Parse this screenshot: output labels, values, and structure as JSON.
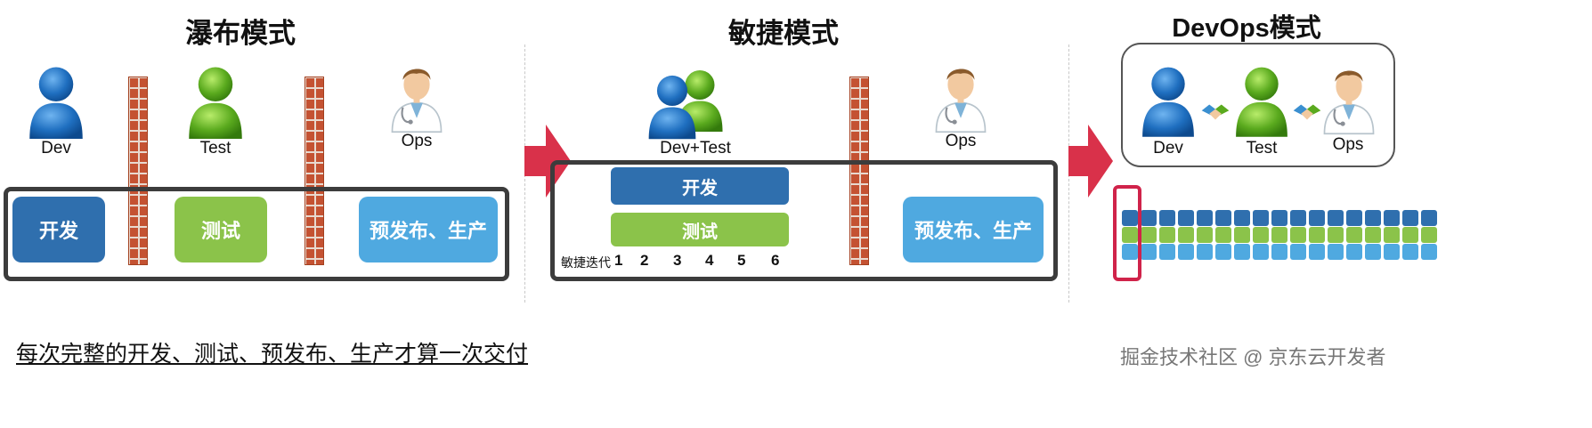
{
  "sections": {
    "waterfall": {
      "title": "瀑布模式",
      "roles": [
        "Dev",
        "Test",
        "Ops"
      ],
      "blocks": [
        "开发",
        "测试",
        "预发布、生产"
      ]
    },
    "agile": {
      "title": "敏捷模式",
      "roles": [
        "Dev+Test",
        "Ops"
      ],
      "blocks": [
        "开发",
        "测试",
        "预发布、生产"
      ],
      "iteration_label": "敏捷迭代",
      "iterations": [
        "1",
        "2",
        "3",
        "4",
        "5",
        "6"
      ]
    },
    "devops": {
      "title": "DevOps模式",
      "roles": [
        "Dev",
        "Test",
        "Ops"
      ],
      "grid_columns": 17
    }
  },
  "footer_text": "每次完整的开发、测试、预发布、生产才算一次交付",
  "watermark": "掘金技术社区 @ 京东云开发者",
  "colors": {
    "dev_blue": "#1f6fc0",
    "test_green": "#5aaa1e",
    "block_blue": "#2f6fae",
    "block_green": "#8bc34a",
    "block_sky": "#4fa9e0",
    "arrow_red": "#d9314a",
    "brick": "#c45232"
  }
}
